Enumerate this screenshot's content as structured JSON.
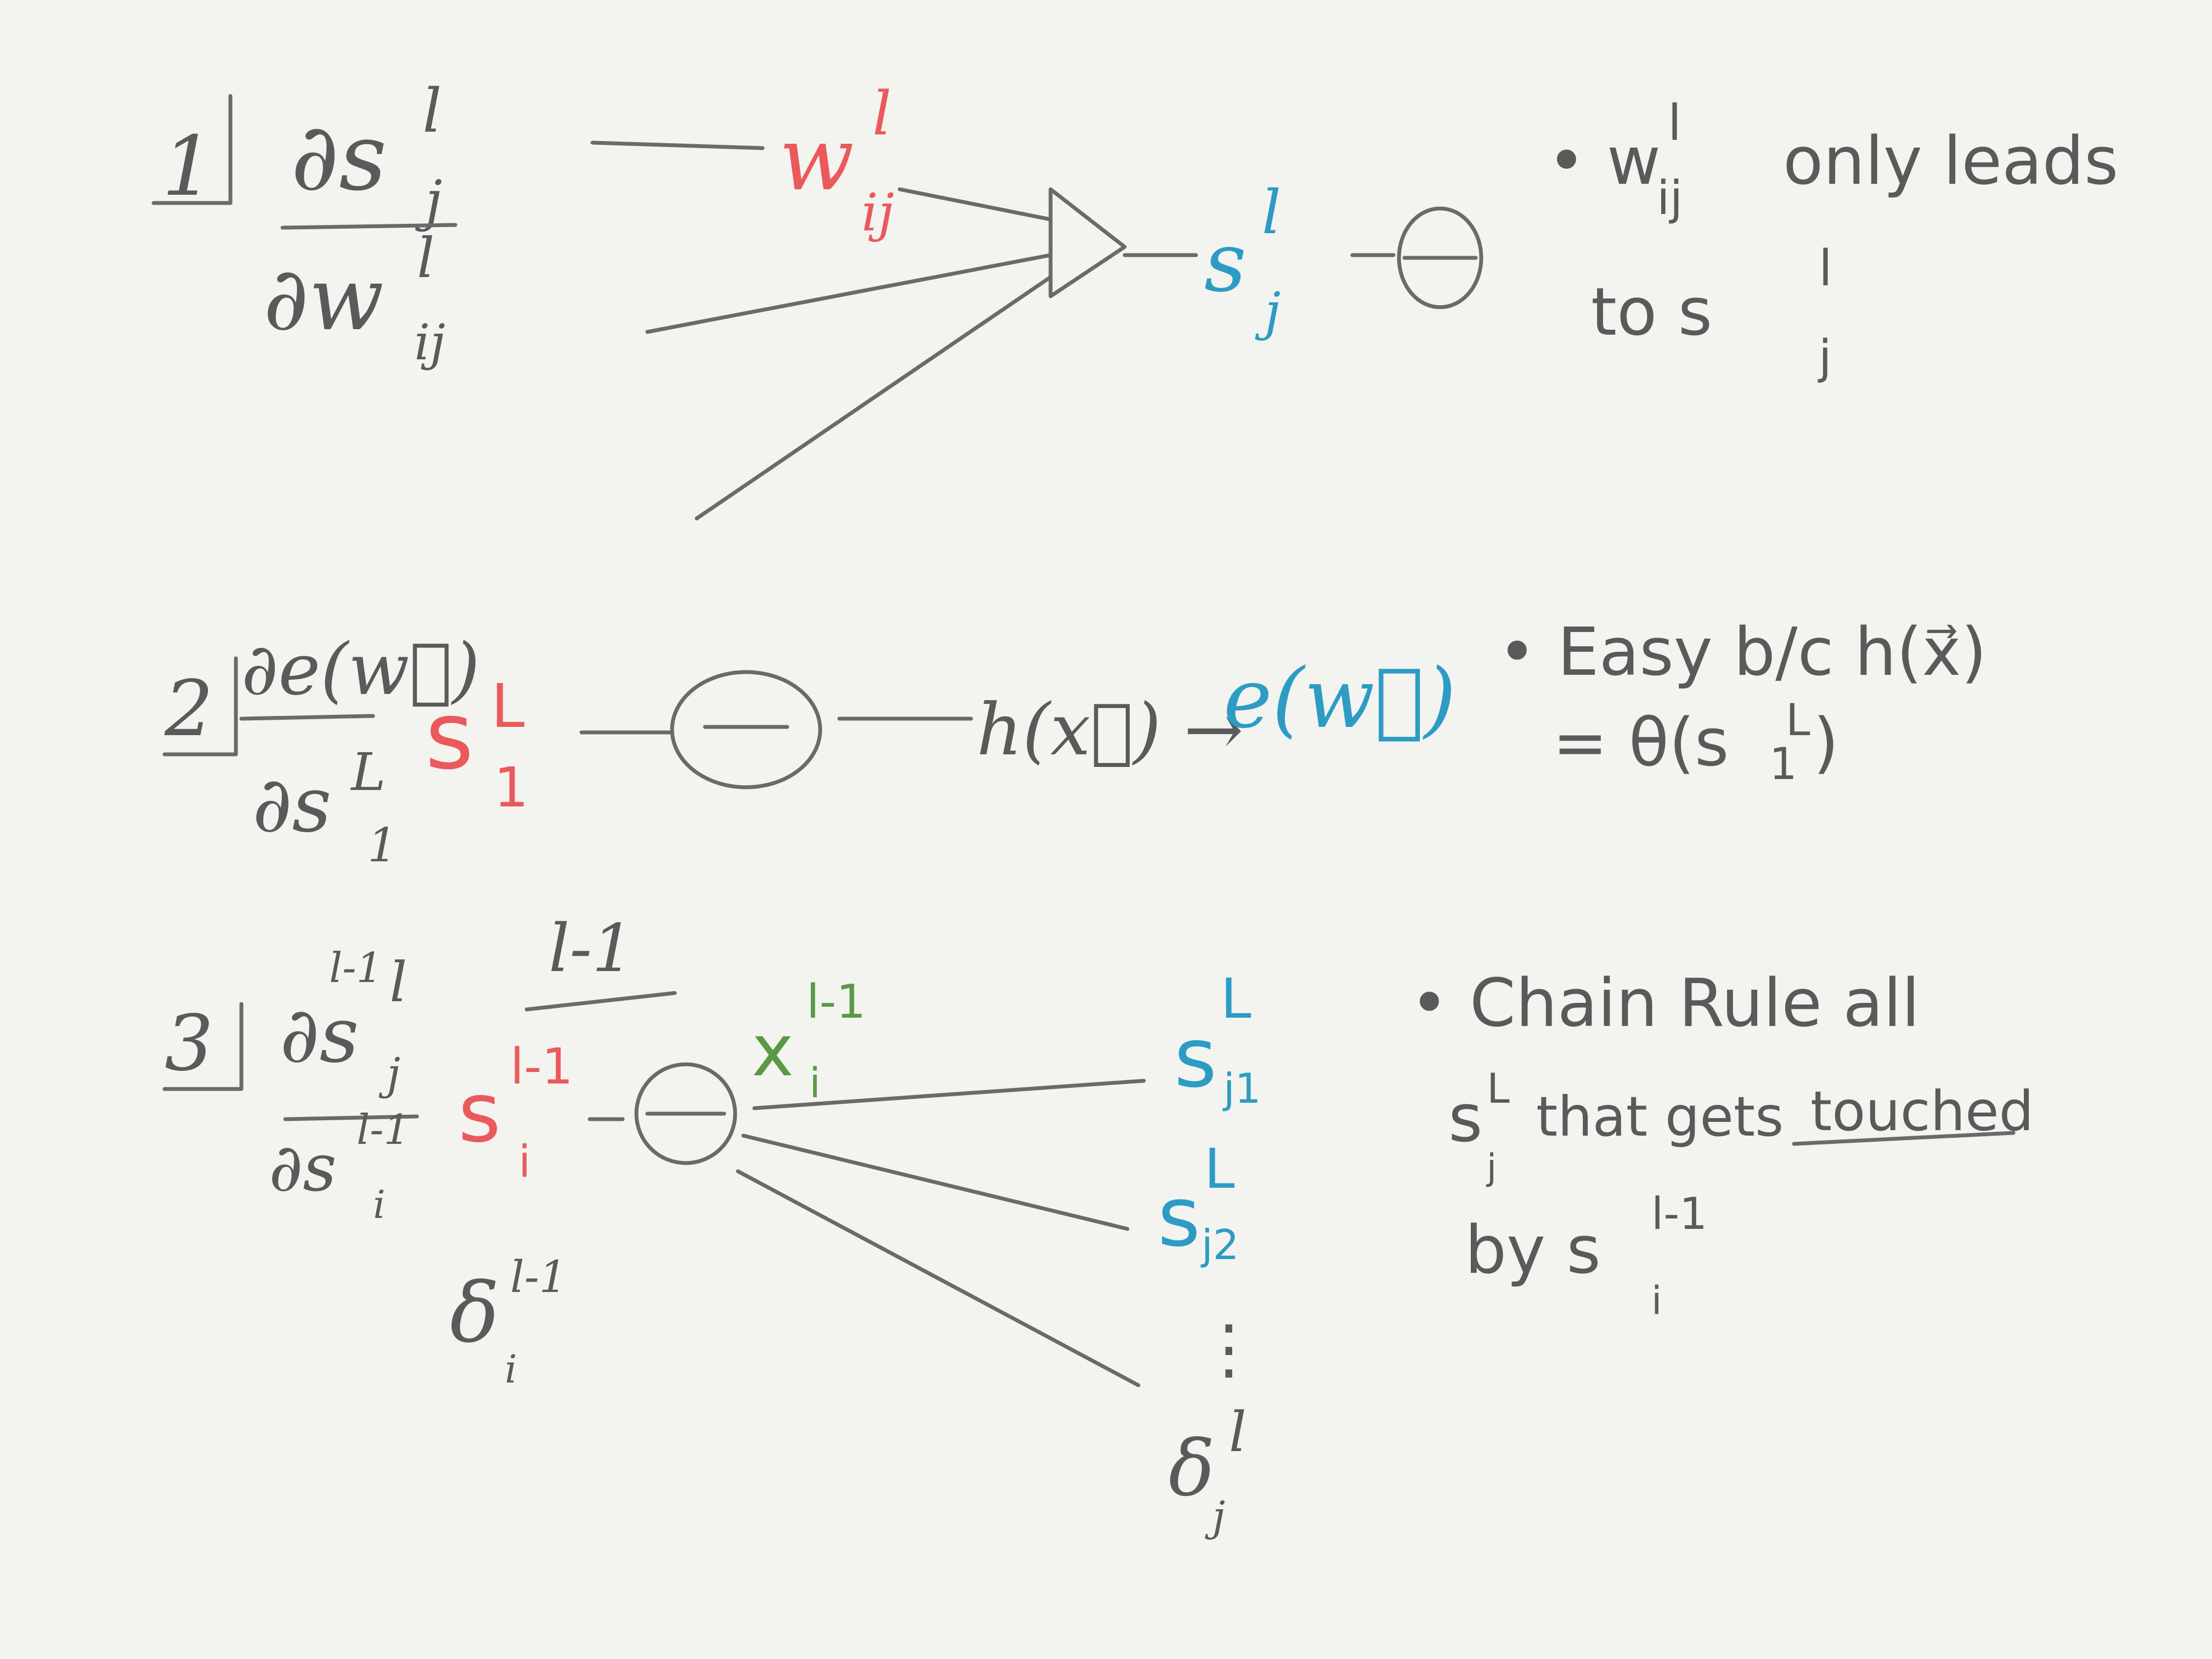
{
  "colors": {
    "paper": "#f3f3f0",
    "pencil_gray": "#5a5a5a",
    "red": "#ea5a5c",
    "blue": "#2c9cc4",
    "green": "#5b9a45"
  },
  "section1": {
    "number": "1",
    "numerator": "∂s",
    "numerator_sup": "l",
    "numerator_sub": "j",
    "denominator": "∂w",
    "denominator_sup": "l",
    "denominator_sub": "ij",
    "weight": "w",
    "weight_sup": "l",
    "weight_sub": "ij",
    "signal": "s",
    "signal_sup": "l",
    "signal_sub": "j",
    "theta": "θ",
    "note_line1_prefix": "• w",
    "note_line1_sup": "l",
    "note_line1_sub": "ij",
    "note_line1_suffix": "only leads",
    "note_line2_prefix": "to s",
    "note_line2_sup": "l",
    "note_line2_sub": "j"
  },
  "section2": {
    "number": "2",
    "numerator": "∂e(w⃗)",
    "denominator": "∂s",
    "denominator_sup": "L",
    "denominator_sub": "1",
    "signal": "s",
    "signal_sup": "L",
    "signal_sub": "1",
    "theta": "θ",
    "h": "h(x⃗) →",
    "error": "e(w⃗)",
    "note_line1": "• Easy b/c  h(x⃗)",
    "note_line2": "= θ(s",
    "note_line2_sub": "1",
    "note_line2_sup": "L",
    "note_line2_close": ")"
  },
  "section3": {
    "number": "3",
    "numerator_top": "l-1",
    "numerator_top2": "l",
    "numerator": "∂s",
    "numerator_sub": "j",
    "denominator": "∂s",
    "denominator_sup": "l-1",
    "denominator_sub": "i",
    "overline_label": "l-1",
    "signal": "s",
    "signal_sup": "l-1",
    "signal_sub": "i",
    "theta": "θ",
    "x": "x",
    "x_sup": "l-1",
    "x_sub": "i",
    "delta_left": "δ",
    "delta_left_sup": "l-1",
    "delta_left_sub": "i",
    "out1": "s",
    "out1_sup": "L",
    "out1_sub": "j1",
    "out2": "s",
    "out2_sup": "L",
    "out2_sub": "j2",
    "dots": "⋮",
    "delta_right": "δ",
    "delta_right_sup": "l",
    "delta_right_sub": "j",
    "note_line1": "• Chain Rule all",
    "note_line2_prefix": "s",
    "note_line2_sup": "L",
    "note_line2_sub": "j",
    "note_line2_mid": "that gets",
    "note_line2_underlined": "touched",
    "note_line3_prefix": "by s",
    "note_line3_sup": "l-1",
    "note_line3_sub": "i"
  }
}
